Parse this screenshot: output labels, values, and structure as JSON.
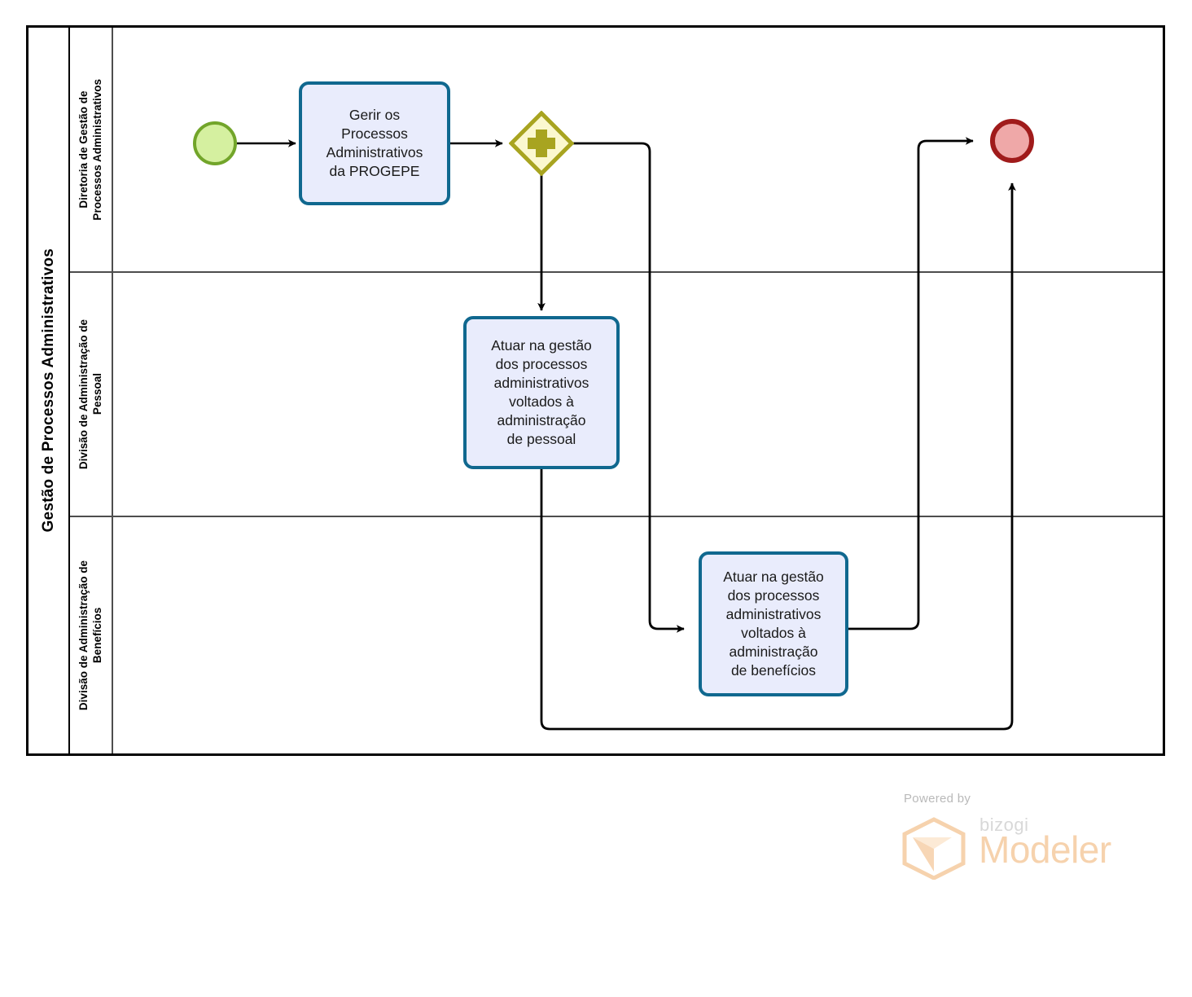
{
  "diagram": {
    "type": "bpmn-pool-lanes",
    "pool_title": "Gestão de Processos Administrativos",
    "lanes": [
      {
        "id": "lane-diretoria",
        "label": "Diretoria de Gestão de\nProcessos Administrativos"
      },
      {
        "id": "lane-pessoal",
        "label": "Divisão de Administração de\nPessoal"
      },
      {
        "id": "lane-beneficios",
        "label": "Divisão de Administração de\nBenefícios"
      }
    ],
    "nodes": {
      "start_event": {
        "name": "start-event",
        "type": "start-event",
        "label": ""
      },
      "task_gerir": {
        "name": "task-gerir-processos",
        "type": "task",
        "label": "Gerir os\nProcessos\nAdministrativos\nda PROGEPE"
      },
      "gateway_parallel": {
        "name": "parallel-gateway",
        "type": "parallel-gateway",
        "symbol": "plus",
        "label": ""
      },
      "task_pessoal": {
        "name": "task-atuar-pessoal",
        "type": "task",
        "label": "Atuar na gestão\ndos processos\nadministrativos\nvoltados à\nadministração\nde pessoal"
      },
      "task_beneficios": {
        "name": "task-atuar-beneficios",
        "type": "task",
        "label": "Atuar na gestão\ndos processos\nadministrativos\nvoltados à\nadministração\nde benefícios"
      },
      "end_event": {
        "name": "end-event",
        "type": "end-event",
        "label": ""
      }
    },
    "flows": [
      {
        "from": "start_event",
        "to": "task_gerir"
      },
      {
        "from": "task_gerir",
        "to": "gateway_parallel"
      },
      {
        "from": "gateway_parallel",
        "to": "task_pessoal"
      },
      {
        "from": "gateway_parallel",
        "to": "task_beneficios"
      },
      {
        "from": "task_beneficios",
        "to": "end_event"
      },
      {
        "from": "task_pessoal",
        "to": "end_event"
      }
    ],
    "colors": {
      "task_fill": "#e9ecfc",
      "task_border": "#10688f",
      "start_fill": "#d5f0a0",
      "start_border": "#72a52a",
      "end_fill": "#efa8a8",
      "end_border": "#a01b1b",
      "gateway_fill": "#fbf8cf",
      "gateway_border": "#a8a420",
      "gateway_symbol": "#a8a420",
      "pool_border": "#000000",
      "lane_border": "#4d4d4d",
      "connector": "#000000"
    }
  },
  "watermark": {
    "powered_by": "Powered by",
    "brand_small": "bizogi",
    "brand_large": "Modeler",
    "hex_color": "#f6d2ad"
  }
}
